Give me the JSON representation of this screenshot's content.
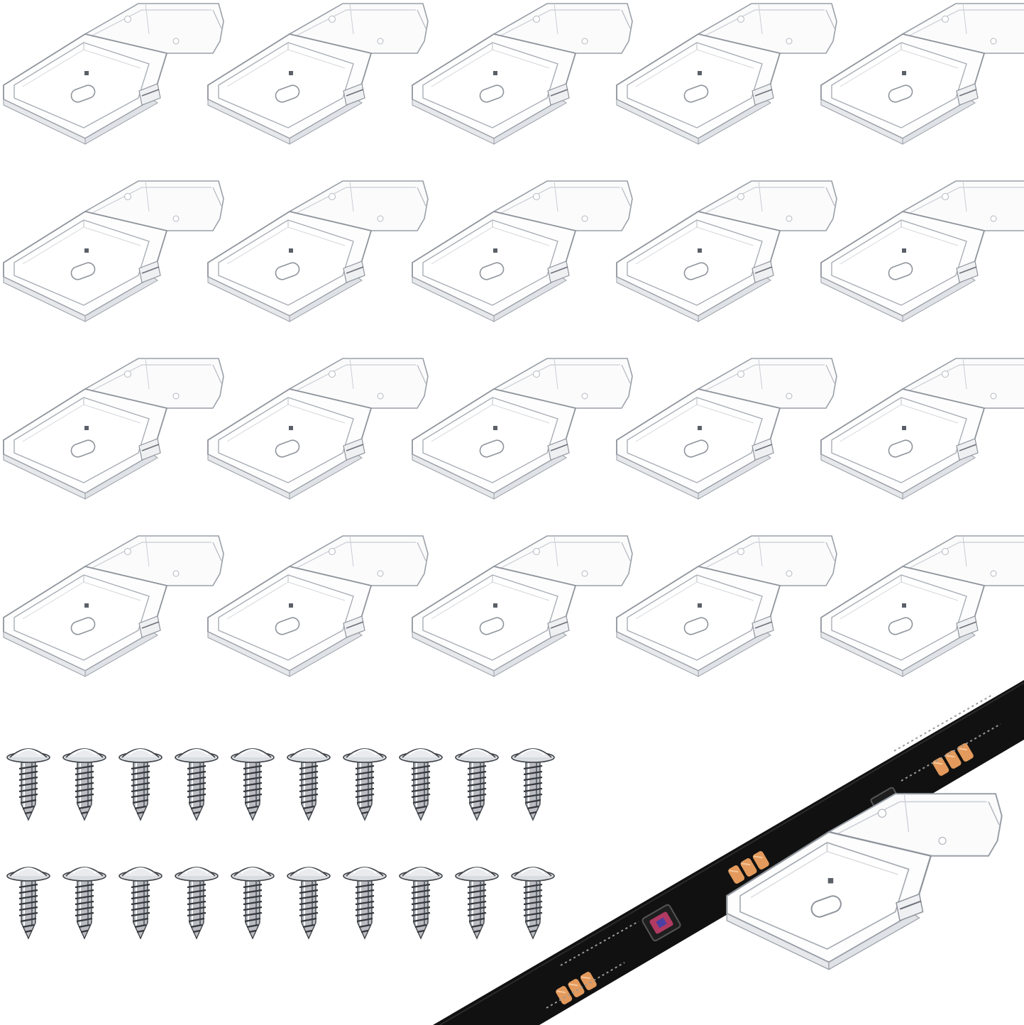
{
  "product": {
    "clip_count": 20,
    "clip_grid": {
      "rows": 4,
      "columns": 5
    },
    "screw_count": 20,
    "screw_grid": {
      "rows": 2,
      "columns": 10
    },
    "icons": {
      "clip": "mounting-clip-icon",
      "screw": "screw-icon",
      "strip": "led-strip-icon"
    },
    "colors": {
      "background": "#ffffff",
      "clip_edge": "#9aa0a8",
      "clip_shadow": "#c9cdd3",
      "screw_metal": "#8c9096",
      "strip_body": "#111111",
      "led_amber": "#e39a5c",
      "led_rgb": "#b13a63"
    }
  }
}
